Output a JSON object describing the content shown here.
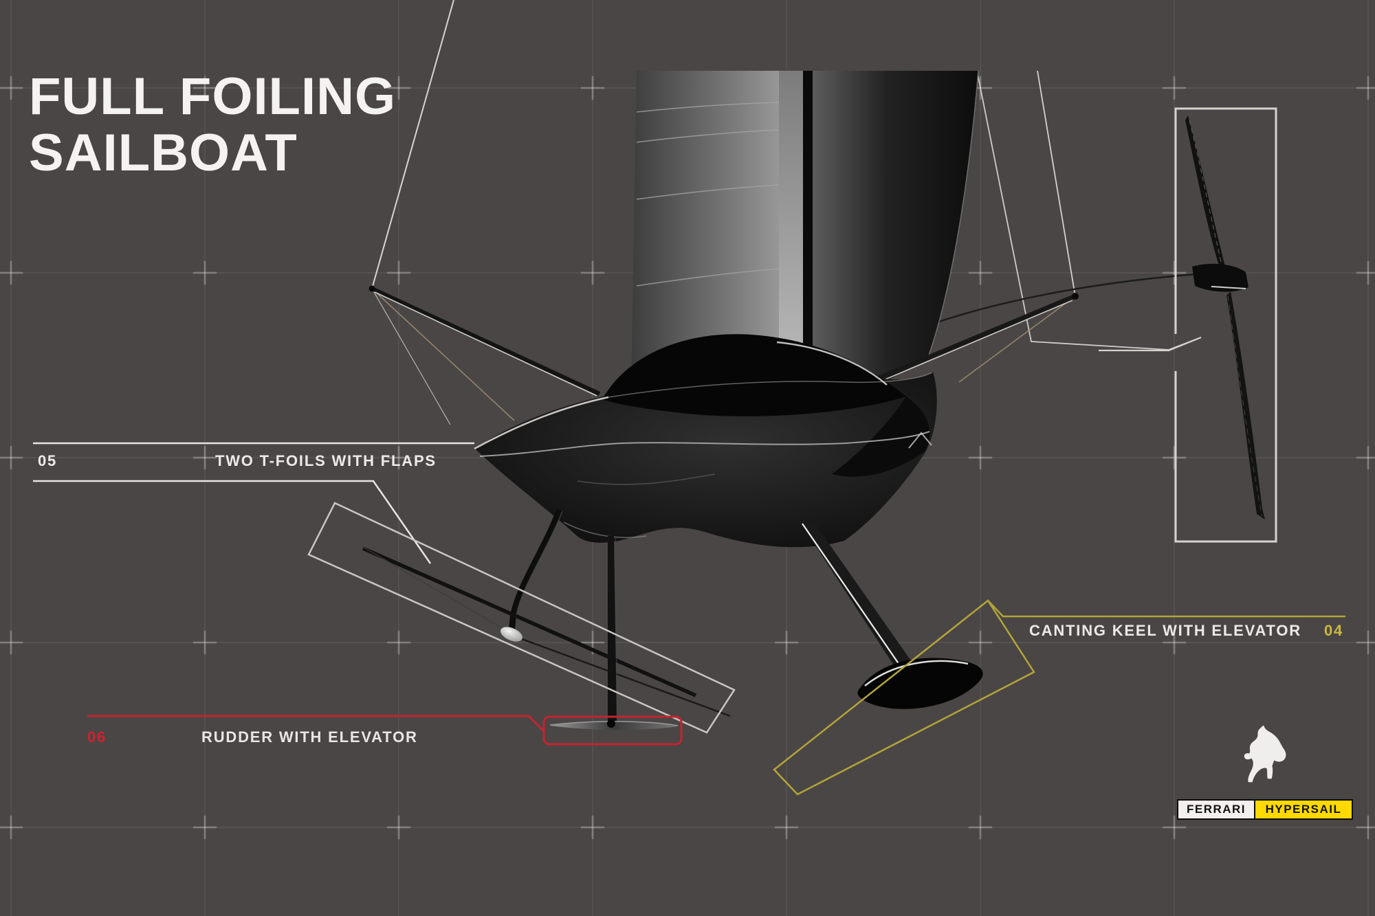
{
  "title": {
    "line1": "FULL FOILING",
    "line2": "SAILBOAT"
  },
  "callouts": {
    "t_foils": {
      "number": "05",
      "label": "TWO T-FOILS WITH FLAPS"
    },
    "rudder": {
      "number": "06",
      "label": "RUDDER WITH ELEVATOR"
    },
    "canting_keel": {
      "number": "04",
      "label": "CANTING KEEL WITH ELEVATOR"
    }
  },
  "brand": {
    "logo_icon": "ferrari-prancing-horse",
    "badge": {
      "left": "FERRARI",
      "right": "HYPERSAIL"
    }
  },
  "colors": {
    "background": "#4a4645",
    "grid": "#6a6665",
    "callout_white": "#d6d3cf",
    "accent_red": "#c42430",
    "accent_yellow": "#b3a53a",
    "number_yellow": "#c9ba3f",
    "badge_yellow": "#ffd900",
    "text_white": "#f2f0ee"
  }
}
